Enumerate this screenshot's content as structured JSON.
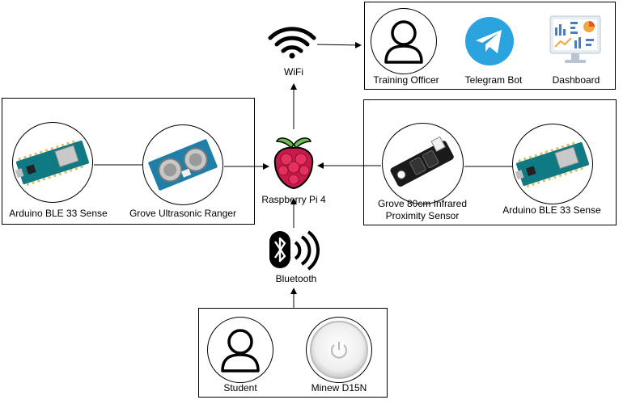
{
  "wifi": {
    "label": "WiFi",
    "icon": "wifi-icon"
  },
  "raspberry_pi": {
    "label": "Raspberry Pi 4",
    "icon": "raspberry-pi-icon",
    "color": "#c51a4a"
  },
  "bluetooth": {
    "label": "Bluetooth",
    "icon": "bluetooth-icon"
  },
  "outputs": {
    "training_officer": {
      "label": "Training Officer",
      "icon": "person-icon"
    },
    "telegram_bot": {
      "label": "Telegram Bot",
      "icon": "telegram-icon",
      "color": "#2aa3df"
    },
    "dashboard": {
      "label": "Dashboard",
      "icon": "dashboard-icon"
    }
  },
  "left_group": {
    "arduino": {
      "label": "Arduino BLE 33 Sense",
      "icon": "arduino-board-icon",
      "color": "#0f7a83"
    },
    "sensor": {
      "label": "Grove Ultrasonic Ranger",
      "icon": "ultrasonic-sensor-icon",
      "color": "#1e7fa8"
    }
  },
  "right_group": {
    "sensor": {
      "label_line1": "Grove 80cm Infrared",
      "label_line2": "Proximity Sensor",
      "icon": "infrared-sensor-icon"
    },
    "arduino": {
      "label": "Arduino BLE 33 Sense",
      "icon": "arduino-board-icon",
      "color": "#0f7a83"
    }
  },
  "bottom_group": {
    "student": {
      "label": "Student",
      "icon": "person-icon"
    },
    "beacon": {
      "label": "Minew D15N",
      "icon": "beacon-icon"
    }
  }
}
